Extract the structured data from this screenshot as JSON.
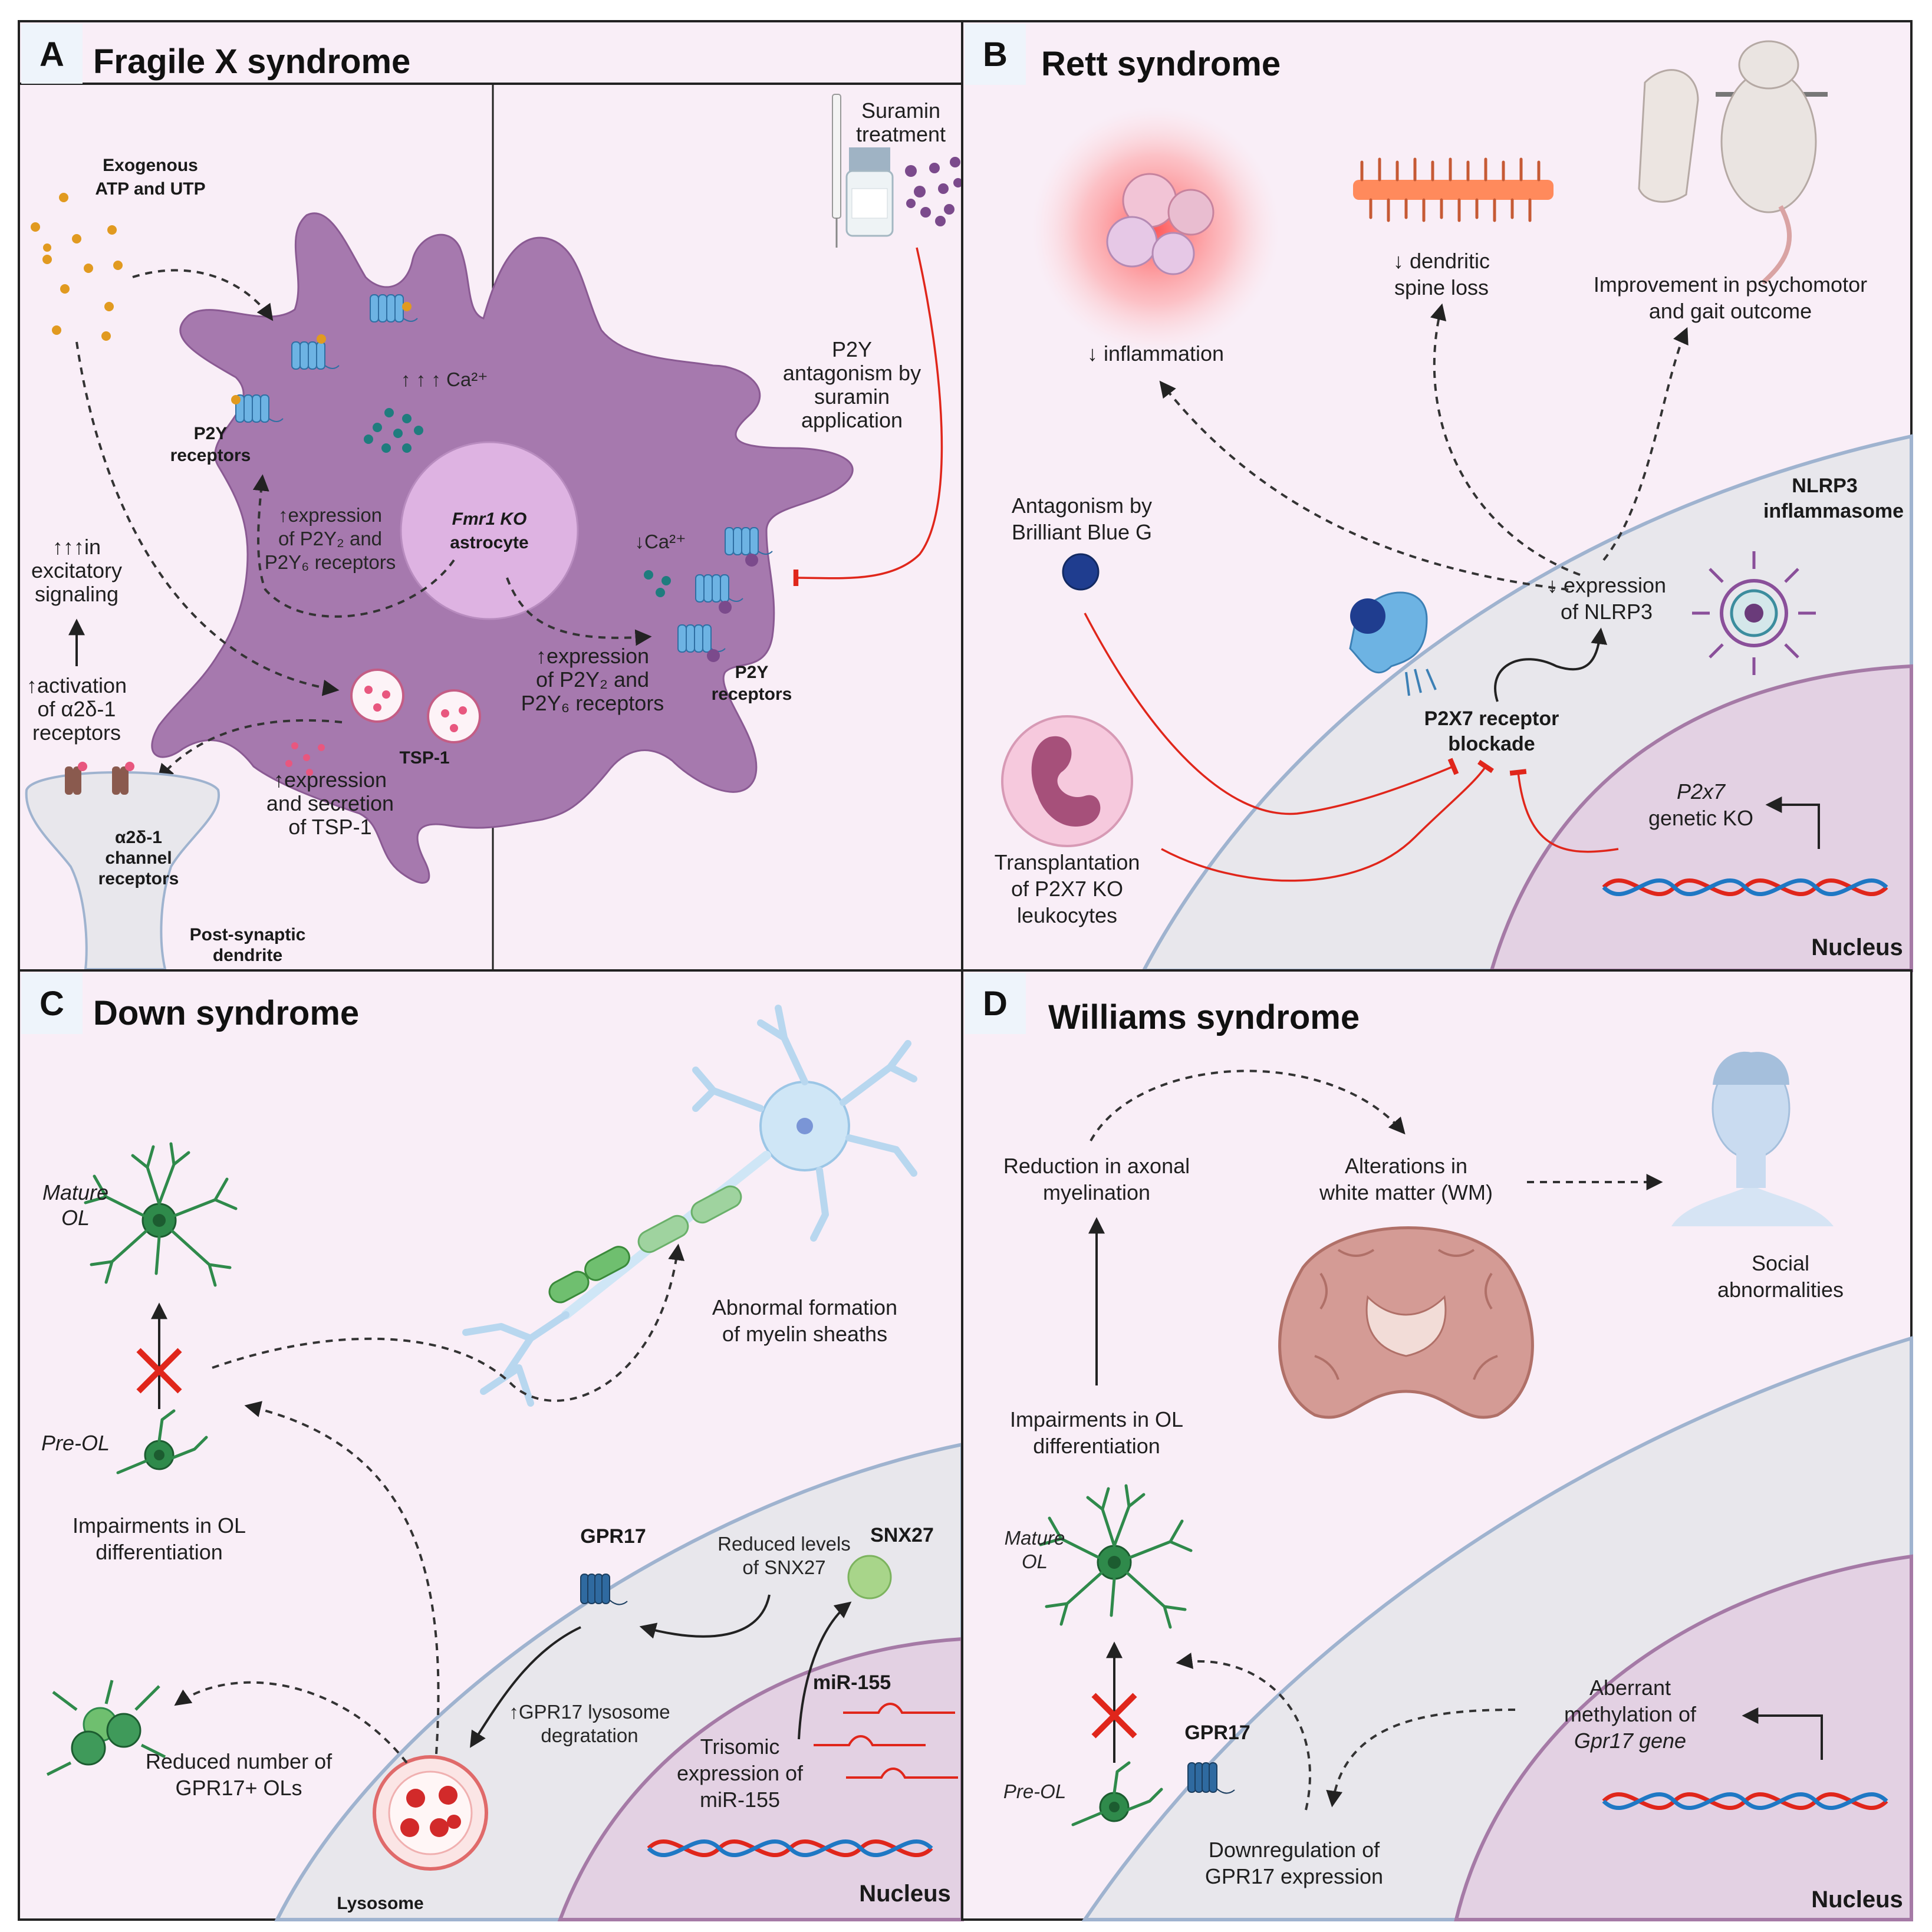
{
  "panels": {
    "a": {
      "letter": "A",
      "title": "Fragile X syndrome",
      "labels": {
        "exogenous_1": "Exogenous",
        "exogenous_2": "ATP and UTP",
        "p2y_left_1": "P2Y",
        "p2y_left_2": "receptors",
        "ca_up": "↑ ↑ ↑ Ca²⁺",
        "astro_1": "Fmr1 KO",
        "astro_2": "astrocyte",
        "expr_left_1": "↑expression",
        "expr_left_2": "of P2Y₂ and",
        "expr_left_3": "P2Y₆ receptors",
        "excit_1": "↑↑↑in",
        "excit_2": "excitatory",
        "excit_3": "signaling",
        "act_1": "↑activation",
        "act_2": "of α2δ-1",
        "act_3": "receptors",
        "tsp": "TSP-1",
        "tsp_expr_1": "↑expression",
        "tsp_expr_2": "and secretion",
        "tsp_expr_3": "of TSP-1",
        "a2d_1": "α2δ-1",
        "a2d_2": "channel",
        "a2d_3": "receptors",
        "post_1": "Post-synaptic",
        "post_2": "dendrite",
        "suramin_1": "Suramin",
        "suramin_2": "treatment",
        "antag_1": "P2Y",
        "antag_2": "antagonism by",
        "antag_3": "suramin",
        "antag_4": "application",
        "ca_down": "↓Ca²⁺",
        "expr_right_1": "↑expression",
        "expr_right_2": "of P2Y₂ and",
        "expr_right_3": "P2Y₆ receptors",
        "p2y_right_1": "P2Y",
        "p2y_right_2": "receptors"
      }
    },
    "b": {
      "letter": "B",
      "title": "Rett syndrome",
      "labels": {
        "inflam": "↓ inflammation",
        "spine_1": "↓ dendritic",
        "spine_2": "spine loss",
        "psycho_1": "Improvement in psychomotor",
        "psycho_2": "and gait outcome",
        "nlrp3_1": "NLRP3",
        "nlrp3_2": "inflammasome",
        "bbg_1": "Antagonism by",
        "bbg_2": "Brilliant Blue G",
        "exprn_1": "↓ expression",
        "exprn_2": "of NLRP3",
        "p2x7_1": "P2X7 receptor",
        "p2x7_2": "blockade",
        "ko_1": "P2x7",
        "ko_2": "genetic KO",
        "trans_1": "Transplantation",
        "trans_2": "of P2X7 KO",
        "trans_3": "leukocytes",
        "nucleus": "Nucleus"
      }
    },
    "c": {
      "letter": "C",
      "title": "Down syndrome",
      "labels": {
        "mature_1": "Mature",
        "mature_2": "OL",
        "preol": "Pre-OL",
        "myelin_1": "Abnormal formation",
        "myelin_2": "of myelin sheaths",
        "impair_1": "Impairments in OL",
        "impair_2": "differentiation",
        "gpr17": "GPR17",
        "snx_1": "Reduced levels",
        "snx_2": "of SNX27",
        "snx27": "SNX27",
        "mir": "miR-155",
        "lyso_1": "↑GPR17 lysosome",
        "lyso_2": "degratation",
        "trisomic_1": "Trisomic",
        "trisomic_2": "expression of",
        "trisomic_3": "miR-155",
        "reduced_1": "Reduced number of",
        "reduced_2": "GPR17+ OLs",
        "lysosome": "Lysosome",
        "nucleus": "Nucleus"
      }
    },
    "d": {
      "letter": "D",
      "title": "Williams syndrome",
      "labels": {
        "axonal_1": "Reduction in axonal",
        "axonal_2": "myelination",
        "wm_1": "Alterations in",
        "wm_2": "white matter (WM)",
        "social_1": "Social",
        "social_2": "abnormalities",
        "impair_1": "Impairments in OL",
        "impair_2": "differentiation",
        "mature_1": "Mature",
        "mature_2": "OL",
        "preol": "Pre-OL",
        "gpr17": "GPR17",
        "aberr_1": "Aberrant",
        "aberr_2": "methylation of",
        "aberr_3": "Gpr17 gene",
        "down_1": "Downregulation of",
        "down_2": "GPR17 expression",
        "nucleus": "Nucleus"
      }
    }
  },
  "colors": {
    "panel_bg": "#f9eef7",
    "astrocyte": "#a679ae",
    "membrane": "#e8e7ec",
    "nucleus": "#e3d1e3",
    "red_inhibit": "#e0261b",
    "oligo_green": "#2f8a4b",
    "receptor_blue": "#6db3e3"
  },
  "icons": [
    "syringe-icon",
    "vial-icon",
    "neutrophil-icon",
    "dendrite-spine-icon",
    "rat-icon",
    "brain-section-icon",
    "human-head-icon",
    "dna-icon",
    "neuron-icon",
    "oligodendrocyte-icon",
    "receptor-icon",
    "lysosome-icon",
    "inflammasome-icon"
  ]
}
